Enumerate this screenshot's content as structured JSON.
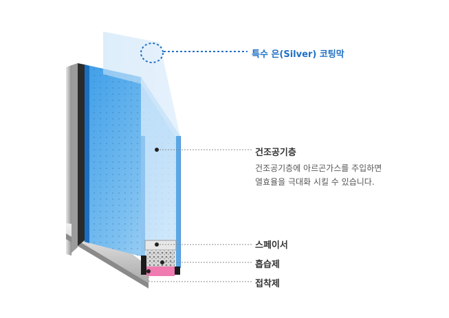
{
  "labels": {
    "coating": "특수 은(Silver) 코팅막",
    "air_gap_title": "건조공기층",
    "air_gap_desc_line1": "건조공기층에 아르곤가스를 주입하면",
    "air_gap_desc_line2": "열효율을 극대화 시킬 수 있습니다.",
    "spacer": "스페이서",
    "desiccant": "흡습제",
    "sealant": "접착제"
  },
  "colors": {
    "coating_accent": "#1f6fc4",
    "glass_blue": "#4aa6e8",
    "frame_gray": "#b9b9b9",
    "sealant_pink": "#f07bb0"
  }
}
